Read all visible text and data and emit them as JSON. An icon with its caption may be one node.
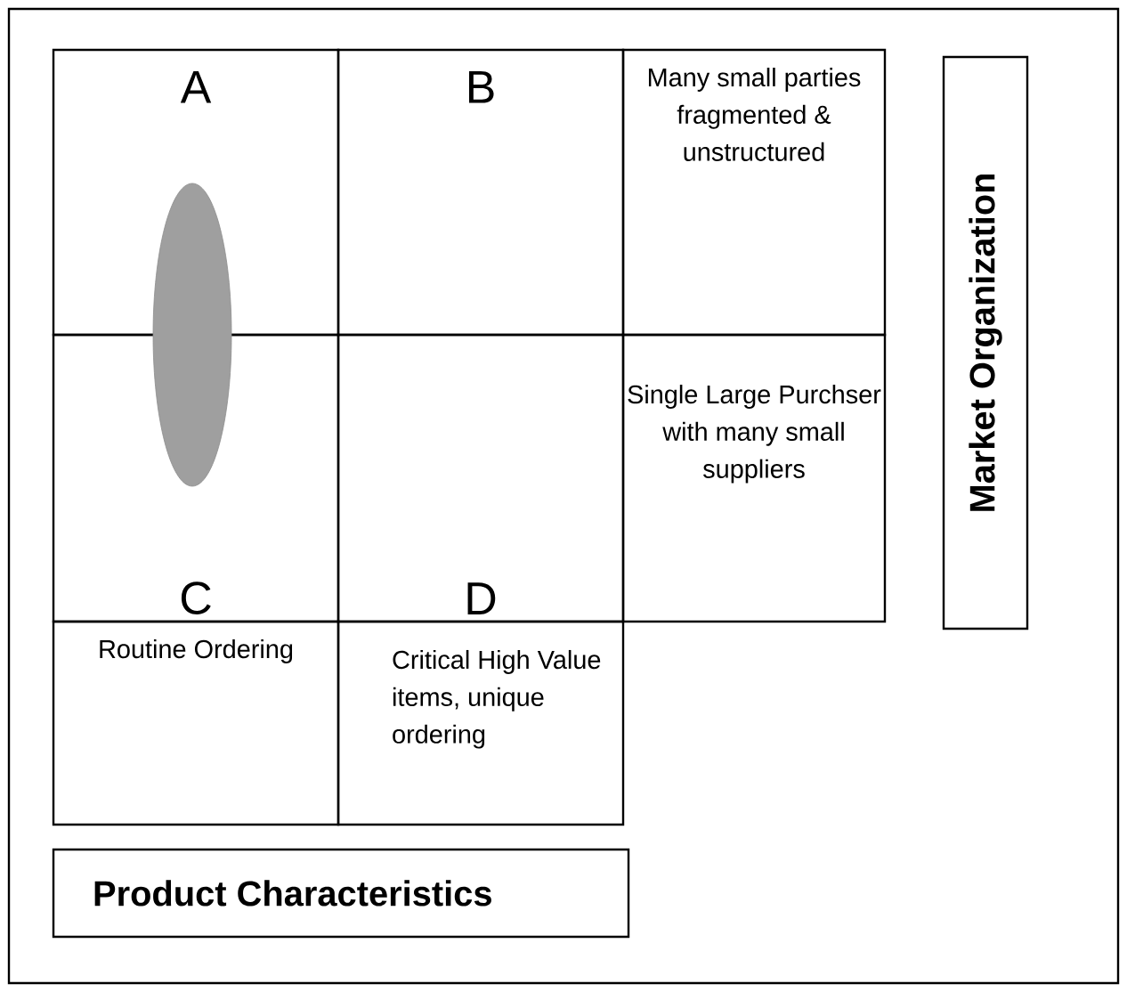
{
  "diagram": {
    "nodes": [
      {
        "text": [
          "A"
        ]
      },
      {
        "text": [
          "B"
        ]
      },
      {
        "text": [
          "Many small parties fragmented & unstructured"
        ]
      },
      {
        "text": [
          "C"
        ]
      },
      {
        "text": [
          "D"
        ]
      },
      {
        "text": [
          "Single Large Purchser with many small suppliers"
        ]
      },
      {
        "text": [
          "Routine Ordering"
        ]
      },
      {
        "text": [
          "Critical High Value items, unique ordering"
        ]
      },
      {
        "text": [
          "Product Characteristics"
        ]
      },
      {
        "text": [
          "Market Organization"
        ]
      },
      {
        "text": [],
        "shape": "ellipse"
      }
    ]
  }
}
